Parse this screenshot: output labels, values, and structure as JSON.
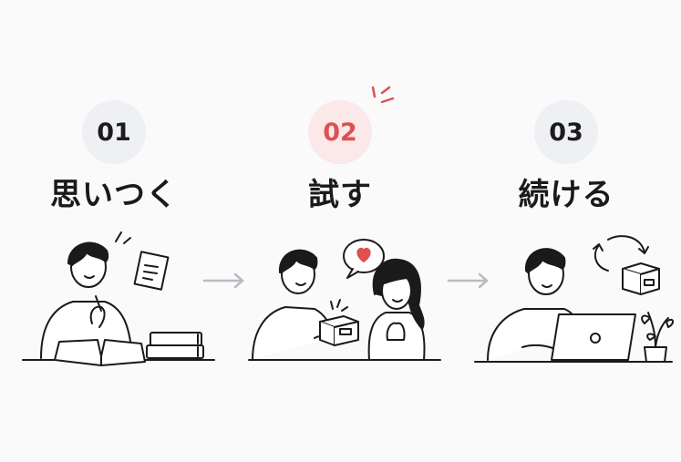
{
  "steps": [
    {
      "number": "01",
      "label": "思いつく"
    },
    {
      "number": "02",
      "label": "試す"
    },
    {
      "number": "03",
      "label": "続ける"
    }
  ],
  "colors": {
    "accent": "#e05050",
    "ink": "#1a1a1a",
    "badge_bg": "#eef0f3",
    "badge_active_bg": "#fbe8e8"
  },
  "icons": [
    "note-icon",
    "books-icon",
    "box-icon",
    "heart-icon",
    "cycle-icon",
    "laptop-icon",
    "plant-icon",
    "arrow-right-icon"
  ]
}
